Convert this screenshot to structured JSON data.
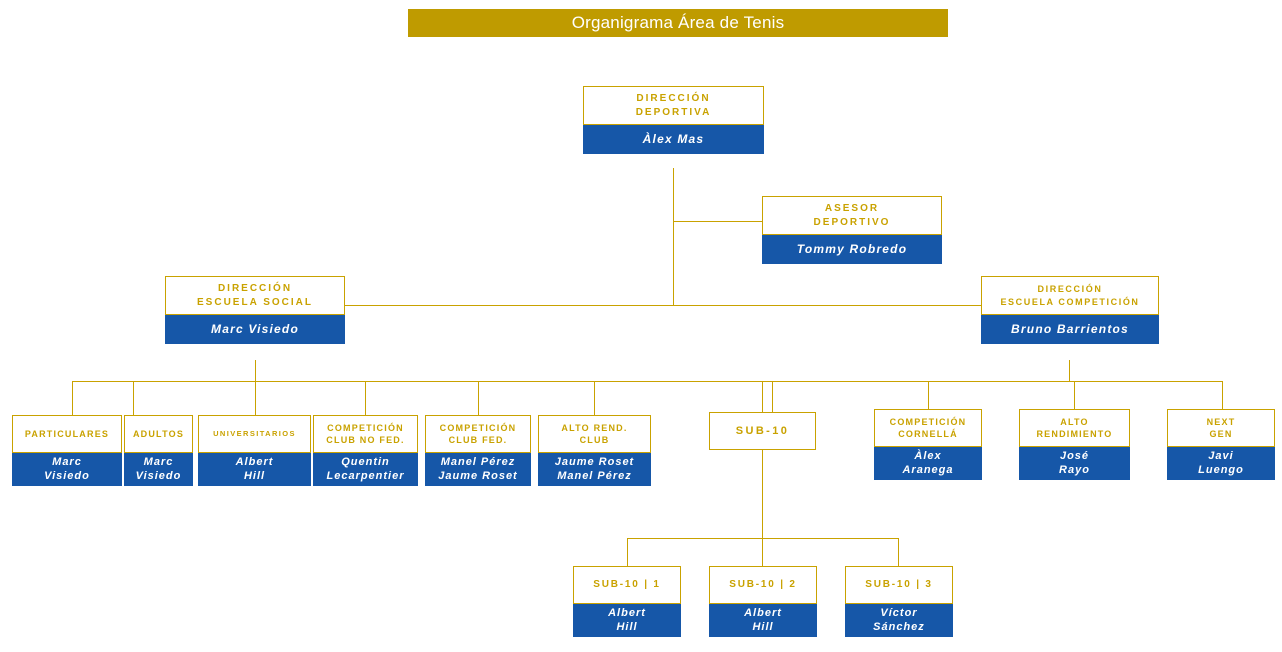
{
  "title": "Organigrama Área de Tenis",
  "theme": {
    "title_bar": "#bf9b00",
    "border_gold": "#c9a200",
    "name_blue": "#1657a8",
    "text_white": "#ffffff",
    "page_bg": "#ffffff"
  },
  "nodes": {
    "direccion_deportiva": {
      "role_line1": "DIRECCIÓN",
      "role_line2": "DEPORTIVA",
      "person": "Àlex Mas"
    },
    "asesor_deportivo": {
      "role_line1": "ASESOR",
      "role_line2": "DEPORTIVO",
      "person": "Tommy Robredo"
    },
    "direccion_escuela_social": {
      "role_line1": "DIRECCIÓN",
      "role_line2": "ESCUELA SOCIAL",
      "person": "Marc Visiedo"
    },
    "direccion_escuela_competicion": {
      "role_line1": "DIRECCIÓN",
      "role_line2": "ESCUELA COMPETICIÓN",
      "person": "Bruno Barrientos"
    },
    "particulares": {
      "role_line1": "PARTICULARES",
      "role_line2": "",
      "person_line1": "Marc",
      "person_line2": "Visiedo"
    },
    "adultos": {
      "role_line1": "ADULTOS",
      "role_line2": "",
      "person_line1": "Marc",
      "person_line2": "Visiedo"
    },
    "universitarios": {
      "role_line1": "UNIVERSITARIOS",
      "role_line2": "",
      "person_line1": "Albert",
      "person_line2": "Hill"
    },
    "competicion_club_no_fed": {
      "role_line1": "COMPETICIÓN",
      "role_line2": "CLUB NO FED.",
      "person_line1": "Quentin",
      "person_line2": "Lecarpentier"
    },
    "competicion_club_fed": {
      "role_line1": "COMPETICIÓN",
      "role_line2": "CLUB FED.",
      "person_line1": "Manel Pérez",
      "person_line2": "Jaume Roset"
    },
    "alto_rend_club": {
      "role_line1": "ALTO REND.",
      "role_line2": "CLUB",
      "person_line1": "Jaume Roset",
      "person_line2": "Manel Pérez"
    },
    "sub10": {
      "role_line1": "SUB-10",
      "role_line2": ""
    },
    "competicion_cornella": {
      "role_line1": "COMPETICIÓN",
      "role_line2": "CORNELLÁ",
      "person_line1": "Àlex",
      "person_line2": "Aranega"
    },
    "alto_rendimiento": {
      "role_line1": "ALTO",
      "role_line2": "RENDIMIENTO",
      "person_line1": "José",
      "person_line2": "Rayo"
    },
    "next_gen": {
      "role_line1": "NEXT",
      "role_line2": "GEN",
      "person_line1": "Javi",
      "person_line2": "Luengo"
    },
    "sub10_1": {
      "role_line1": "SUB-10 | 1",
      "role_line2": "",
      "person_line1": "Albert",
      "person_line2": "Hill"
    },
    "sub10_2": {
      "role_line1": "SUB-10 | 2",
      "role_line2": "",
      "person_line1": "Albert",
      "person_line2": "Hill"
    },
    "sub10_3": {
      "role_line1": "SUB-10 | 3",
      "role_line2": "",
      "person_line1": "Víctor",
      "person_line2": "Sánchez"
    }
  }
}
